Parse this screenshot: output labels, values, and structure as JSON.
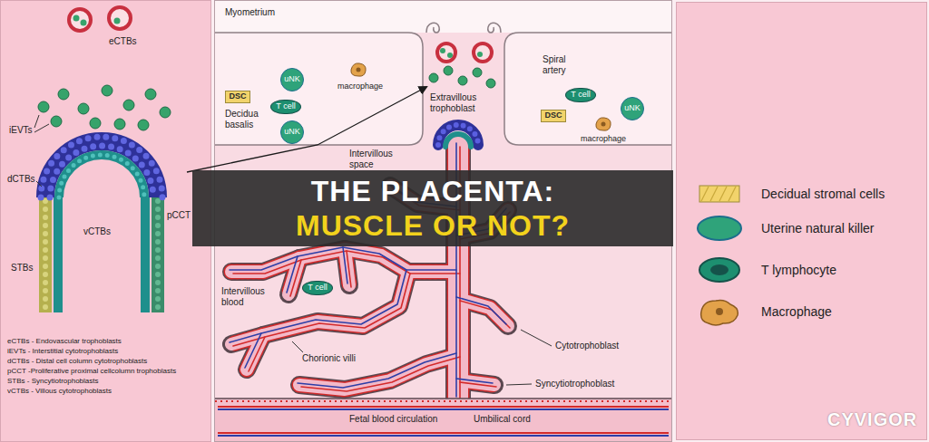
{
  "diagram": {
    "nodes": [
      {
        "text": [
          "uNK"
        ]
      },
      {
        "text": [
          "T cell"
        ]
      },
      {
        "text": [
          "DSC"
        ]
      },
      {
        "text": [
          "uNK"
        ]
      },
      {
        "text": [
          "T cell"
        ]
      },
      {
        "text": [
          "DSC"
        ]
      },
      {
        "text": [
          "uNK"
        ]
      },
      {
        "text": [
          "THE PLACENTA:",
          "MUSCLE OR NOT?"
        ]
      },
      {
        "text": [
          "T cell"
        ]
      }
    ],
    "labels": [
      "eCTBs",
      "Myometrium",
      "Spiral artery",
      "macrophage",
      "Extravillous trophoblast",
      "Decidua basalis",
      "iEVTs",
      "macrophage",
      "Intervillous space",
      "dCTBs",
      "pCCT",
      "vCTBs",
      "STBs",
      "Intervillous blood",
      "Chorionic villi",
      "eCTBs - Endovascular trophoblasts",
      "iEVTs - Interstitial cytotrophoblasts",
      "dCTBs - Distal cell column cytotrophoblasts",
      "pCCT -Proliferative proximal cellcolumn trophoblasts",
      "STBs - Syncytiotrophoblasts",
      "vCTBs - Villous cytotrophoblasts",
      "Cytotrophoblast",
      "Syncytiotrophoblast",
      "Fetal blood circulation",
      "Umbilical cord",
      "CYVIGOR"
    ],
    "legend": [
      {
        "text": "Decidual stromal cells"
      },
      {
        "text": "Uterine natural killer"
      },
      {
        "text": "T lymphocyte"
      },
      {
        "text": "Macrophage"
      }
    ]
  }
}
